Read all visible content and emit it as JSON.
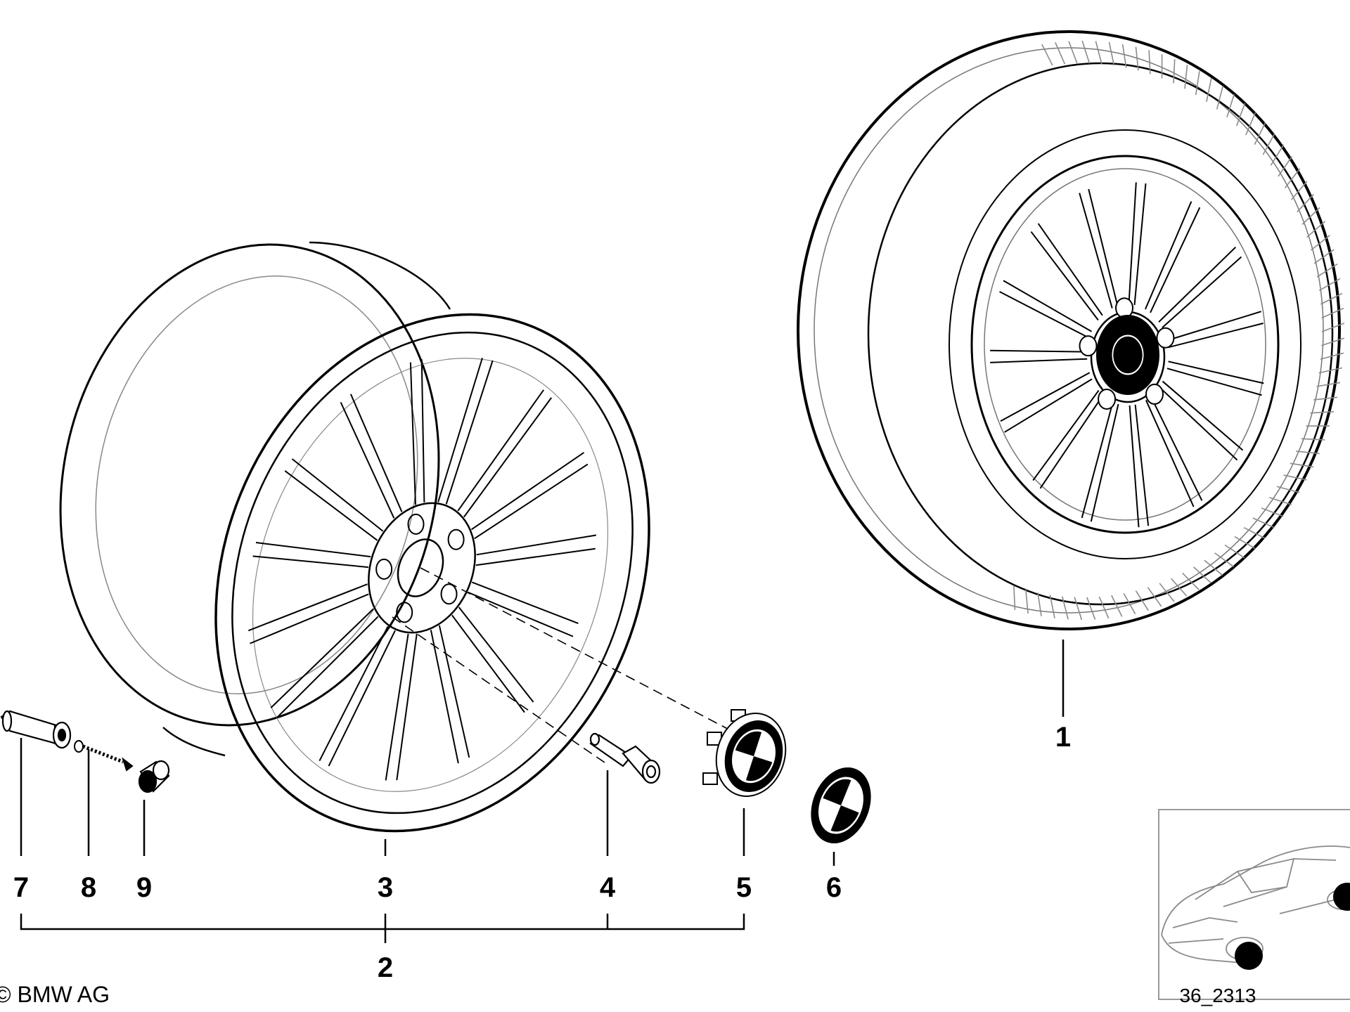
{
  "diagram": {
    "callouts": [
      {
        "id": "1",
        "text": "1"
      },
      {
        "id": "2",
        "text": "2"
      },
      {
        "id": "3",
        "text": "3"
      },
      {
        "id": "4",
        "text": "4"
      },
      {
        "id": "5",
        "text": "5"
      },
      {
        "id": "6",
        "text": "6"
      },
      {
        "id": "7",
        "text": "7"
      },
      {
        "id": "8",
        "text": "8"
      },
      {
        "id": "9",
        "text": "9"
      }
    ],
    "copyright": "© BMW AG",
    "figure_code": "36_2313"
  },
  "colors": {
    "line": "#000000",
    "faint_line": "#9a9a9a",
    "background": "#ffffff"
  },
  "icons": [
    "bmw-roundel-icon",
    "car-silhouette-icon"
  ]
}
